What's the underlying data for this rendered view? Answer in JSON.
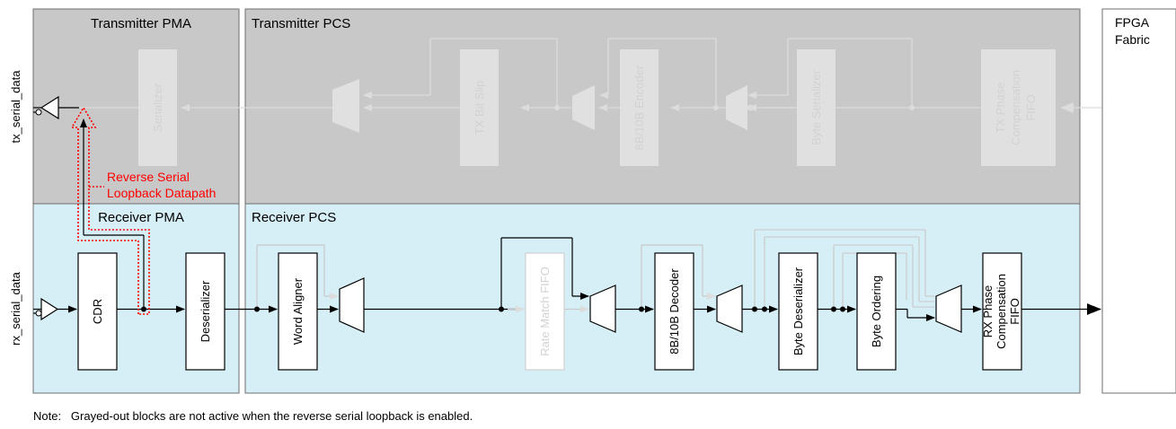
{
  "regions": {
    "tx_pma": "Transmitter PMA",
    "tx_pcs": "Transmitter PCS",
    "rx_pma": "Receiver PMA",
    "rx_pcs": "Receiver PCS",
    "fabric_line1": "FPGA",
    "fabric_line2": "Fabric"
  },
  "ports": {
    "tx": "tx_serial_data",
    "rx": "rx_serial_data"
  },
  "tx_blocks": {
    "serializer": "Serializer",
    "tx_bit_slip": "TX Bit Slip",
    "encoder": "8B/10B Encoder",
    "byte_serializer": "Byte Serializer",
    "phase_fifo_1": "TX Phase",
    "phase_fifo_2": "Compensation",
    "phase_fifo_3": "FIFO"
  },
  "rx_blocks": {
    "cdr": "CDR",
    "deserializer": "Deserializer",
    "word_aligner": "Word Aligner",
    "rate_match": "Rate Match FIFO",
    "decoder": "8B/10B Decoder",
    "byte_deserializer": "Byte Deserializer",
    "byte_ordering": "Byte Ordering",
    "phase_fifo_1": "RX Phase",
    "phase_fifo_2": "Compensation",
    "phase_fifo_3": "FIFO"
  },
  "loopback": {
    "line1": "Reverse Serial",
    "line2": "Loopback Datapath"
  },
  "note": "Note:   Grayed-out blocks are not active when the reverse serial loopback is enabled.",
  "colors": {
    "tx_bg": "#c8c8c8",
    "rx_bg": "#d6eef6",
    "inactive": "#e0e0e0",
    "loopback": "#ff0000"
  }
}
